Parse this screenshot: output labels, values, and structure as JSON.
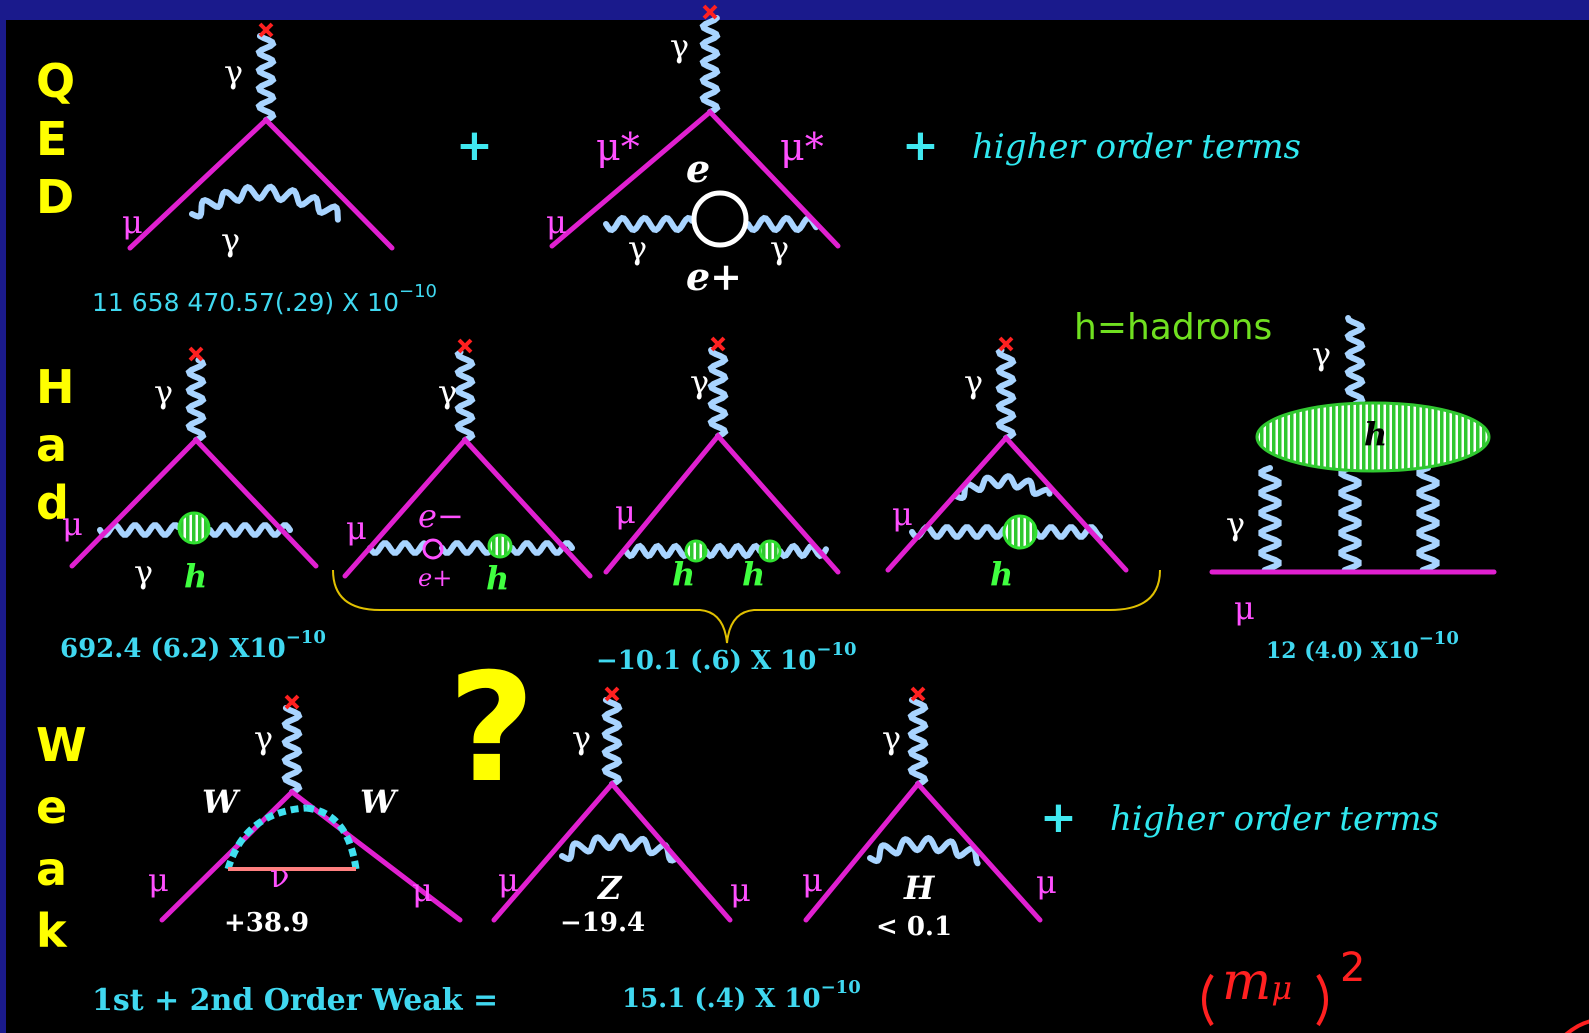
{
  "rows": {
    "qed": "Q E D",
    "had": "H a d",
    "weak": "W e a k"
  },
  "symbols": {
    "gamma": "γ",
    "mu": "μ",
    "mu_star": "μ*",
    "e_minus": "e−",
    "e_plus": "e+",
    "e_bar": "e",
    "h": "h",
    "W": "W",
    "Z": "Z",
    "H": "H",
    "nu": "ν",
    "question": "?"
  },
  "qed": {
    "plus": "+",
    "higher": "higher order terms",
    "value": "11 658 470.57(.29) X 10",
    "exp": "−10"
  },
  "had": {
    "legend": "h=hadrons",
    "value_left": "692.4 (6.2)  X10",
    "exp_left": "−10",
    "value_mid": "−10.1 (.6) X  10",
    "exp_mid": "−10",
    "value_right": "12 (4.0)  X10",
    "exp_right": "−10"
  },
  "weak": {
    "v1": "+38.9",
    "v2": "−19.4",
    "v3": "< 0.1",
    "plus": "+",
    "higher": "higher order terms",
    "sum_label": "1st + 2nd Order Weak =",
    "sum_value": "15.1 (.4)  X 10",
    "sum_exp": "−10"
  },
  "formula": {
    "m": "m",
    "sub": "μ",
    "pow": "2"
  },
  "colors": {
    "background": "#000000",
    "fermion": "#e020d0",
    "photon": "#a0d0ff",
    "label": "#ffff00",
    "value": "#40d8f0",
    "hadron": "#30d030",
    "brace": "#e0c000"
  }
}
